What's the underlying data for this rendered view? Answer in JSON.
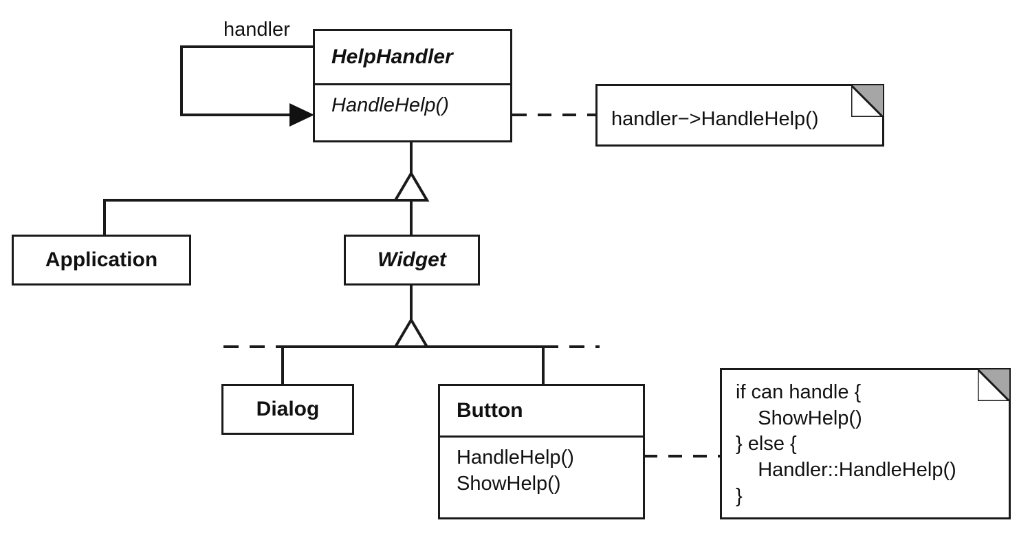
{
  "diagram": {
    "title": "Chain of Responsibility structure diagram",
    "background_color": "#ffffff",
    "line_color": "#1a1a1a",
    "fold_fill_color": "#a6a6a6"
  },
  "classes": {
    "help_handler": {
      "name": "HelpHandler",
      "abstract": true,
      "operations": [
        {
          "label": "HandleHelp()",
          "abstract": true
        }
      ]
    },
    "application": {
      "name": "Application",
      "abstract": false,
      "operations": []
    },
    "widget": {
      "name": "Widget",
      "abstract": true,
      "operations": []
    },
    "dialog": {
      "name": "Dialog",
      "abstract": false,
      "operations": []
    },
    "button": {
      "name": "Button",
      "abstract": false,
      "operations": [
        {
          "label": "HandleHelp()",
          "abstract": false
        },
        {
          "label": "ShowHelp()",
          "abstract": false
        }
      ]
    }
  },
  "association_labels": {
    "handler": "handler"
  },
  "notes": {
    "handler_call": {
      "lines": [
        "handler−>HandleHelp()"
      ]
    },
    "button_code": {
      "lines": [
        "if can handle {",
        "    ShowHelp()",
        "} else {",
        "    Handler::HandleHelp()",
        "}"
      ]
    }
  }
}
